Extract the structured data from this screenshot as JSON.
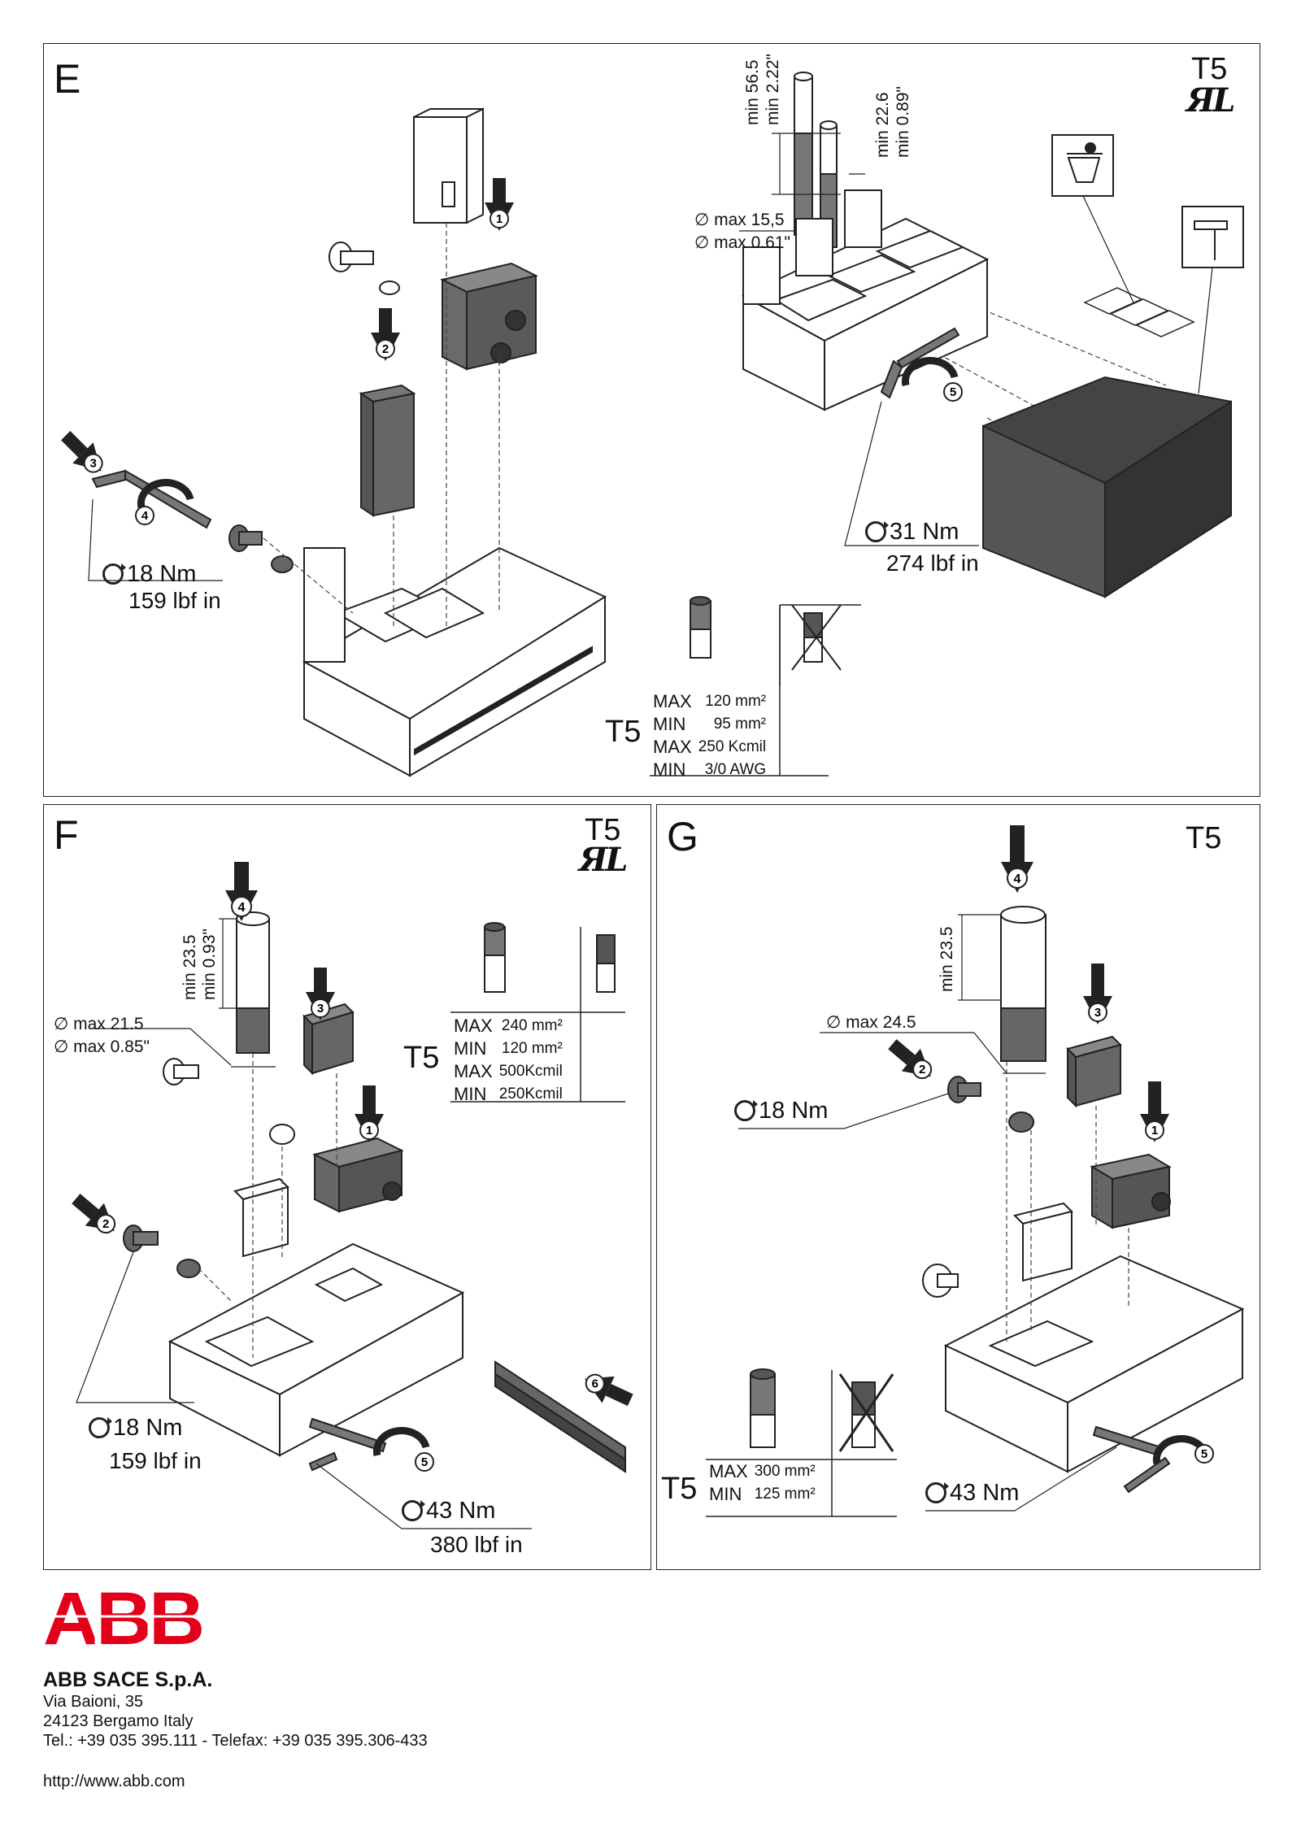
{
  "colors": {
    "brand": "#e2001a",
    "line": "#222222",
    "part_dark": "#5a5a5a",
    "part_mid": "#7a7a7a"
  },
  "panel_e": {
    "letter": "E",
    "model": "T5",
    "dim_long_mm": "min 56.5",
    "dim_long_in": "min 2.22\"",
    "dim_short_mm": "min 22.6",
    "dim_short_in": "min 0.89\"",
    "diam_mm": "∅ max 15,5",
    "diam_in": "∅ max 0.61\"",
    "torque_left_nm": "18 Nm",
    "torque_left_lbf": "159 lbf in",
    "torque_right_nm": "31 Nm",
    "torque_right_lbf": "274 lbf in",
    "steps": [
      "1",
      "2",
      "3",
      "4",
      "5"
    ],
    "spec": {
      "label": "T5",
      "rows": [
        {
          "key": "MAX",
          "value": "120 mm²"
        },
        {
          "key": "MIN",
          "value": "95 mm²"
        },
        {
          "key": "MAX",
          "value": "250 Kcmil"
        },
        {
          "key": "MIN",
          "value": "3/0 AWG"
        }
      ]
    }
  },
  "panel_f": {
    "letter": "F",
    "model": "T5",
    "dim_mm": "min 23.5",
    "dim_in": "min 0.93\"",
    "diam_mm": "∅ max 21.5",
    "diam_in": "∅ max 0.85\"",
    "torque_left_nm": "18 Nm",
    "torque_left_lbf": "159 lbf in",
    "torque_right_nm": "43 Nm",
    "torque_right_lbf": "380 lbf in",
    "steps": [
      "1",
      "2",
      "3",
      "4",
      "5",
      "6"
    ],
    "spec": {
      "label": "T5",
      "rows": [
        {
          "key": "MAX",
          "value": "240 mm²"
        },
        {
          "key": "MIN",
          "value": "120 mm²"
        },
        {
          "key": "MAX",
          "value": "500Kcmil"
        },
        {
          "key": "MIN",
          "value": "250Kcmil"
        }
      ]
    }
  },
  "panel_g": {
    "letter": "G",
    "model": "T5",
    "dim_mm": "min 23.5",
    "diam_mm": "∅ max 24.5",
    "torque_left_nm": "18 Nm",
    "torque_right_nm": "43 Nm",
    "steps": [
      "1",
      "2",
      "3",
      "4",
      "5"
    ],
    "spec": {
      "label": "T5",
      "rows": [
        {
          "key": "MAX",
          "value": "300 mm²"
        },
        {
          "key": "MIN",
          "value": "125 mm²"
        }
      ]
    }
  },
  "footer": {
    "logo_text": "ABB",
    "company": "ABB SACE S.p.A.",
    "address1": "Via Baioni, 35",
    "address2": "24123 Bergamo Italy",
    "phone": "Tel.: +39 035 395.111 - Telefax: +39 035 395.306-433",
    "url": "http://www.abb.com"
  }
}
